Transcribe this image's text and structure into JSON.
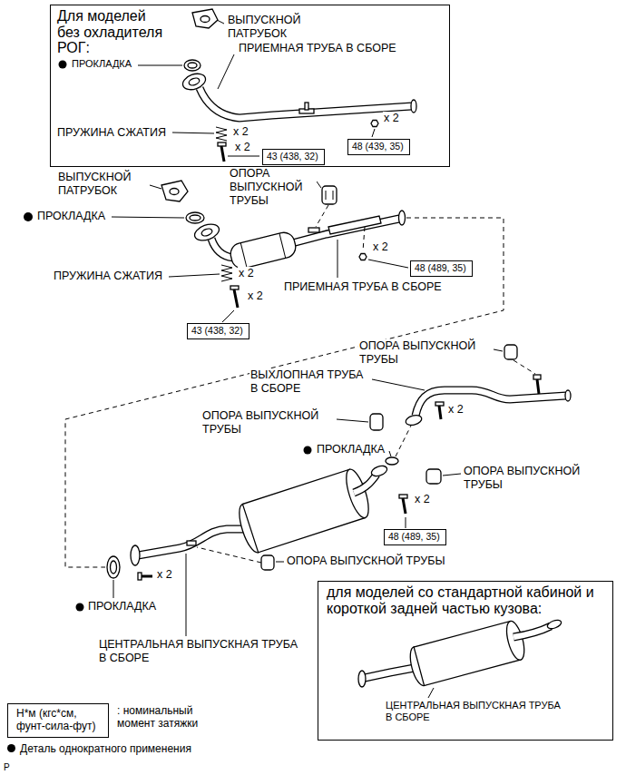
{
  "diagram": {
    "nodes": [
      {
        "text": [
          "Для моделей без охладителя РОГ:"
        ]
      },
      {
        "text": [
          "43 (438, 32)"
        ],
        "in": 0
      },
      {
        "text": [
          "48 (439, 35)"
        ],
        "in": 0
      },
      {
        "text": [
          "48 (489, 35)"
        ]
      },
      {
        "text": [
          "43 (438, 32)"
        ]
      },
      {
        "text": [
          "48 (489, 35)"
        ]
      },
      {
        "text": [
          "для моделей со стандартной кабиной и короткой задней частью кузова:"
        ]
      },
      {
        "text": [
          "Н*м (кгс*см, фунт-сила-фут)"
        ]
      }
    ],
    "labels": [
      "ВЫПУСКНОЙ ПАТРУБОК",
      "ПРИЕМНАЯ ТРУБА В СБОРЕ",
      "ПРОКЛАДКА",
      "ПРУЖИНА СЖАТИЯ",
      "x 2",
      "x 2",
      "x 2",
      "ВЫПУСКНОЙ ПАТРУБОК",
      "ОПОРА ВЫПУСКНОЙ ТРУБЫ",
      "ПРОКЛАДКА",
      "ПРУЖИНА СЖАТИЯ",
      "x 2",
      "x 2",
      "x 2",
      "ПРИЕМНАЯ ТРУБА В СБОРЕ",
      "ОПОРА ВЫПУСКНОЙ ТРУБЫ",
      "ВЫХЛОПНАЯ ТРУБА В СБОРЕ",
      "x 2",
      "ОПОРА ВЫПУСКНОЙ ТРУБЫ",
      "ПРОКЛАДКА",
      "ОПОРА ВЫПУСКНОЙ ТРУБЫ",
      "x 2",
      "ОПОРА ВЫПУСКНОЙ ТРУБЫ",
      "x 2",
      "ПРОКЛАДКА",
      "ЦЕНТРАЛЬНАЯ ВЫПУСКНАЯ ТРУБА В СБОРЕ",
      "ЦЕНТРАЛЬНАЯ ВЫПУСКНАЯ ТРУБА В СБОРЕ",
      ": номинальный момент затяжки",
      "P"
    ],
    "legend": [
      {
        "text": "Деталь однократного применения",
        "color": "#000000"
      }
    ]
  }
}
